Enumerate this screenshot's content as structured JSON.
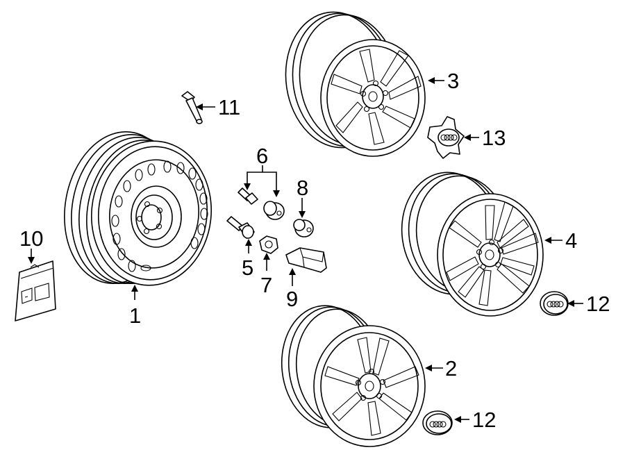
{
  "callouts": {
    "c1": "1",
    "c2": "2",
    "c3": "3",
    "c4": "4",
    "c5": "5",
    "c6": "6",
    "c7": "7",
    "c8": "8",
    "c9": "9",
    "c10": "10",
    "c11": "11",
    "c12a": "12",
    "c12b": "12",
    "c13": "13"
  }
}
